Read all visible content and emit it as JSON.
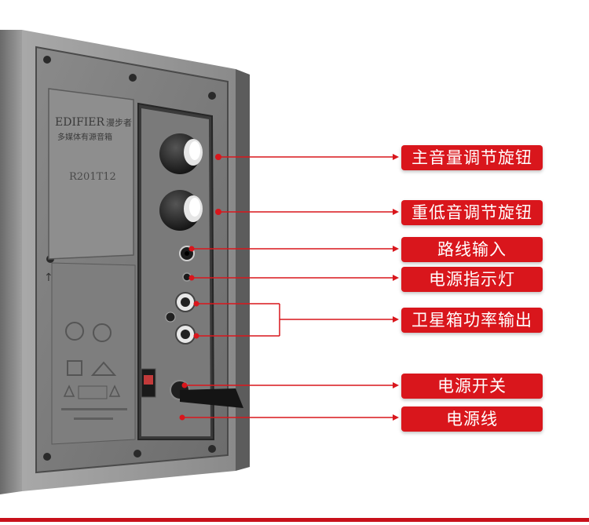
{
  "image": {
    "subject": "speaker-rear-panel"
  },
  "panel": {
    "brand": "EDIFIER",
    "brand_cn": "漫步者",
    "subtitle": "多媒体有源音箱",
    "model": "R201T12"
  },
  "callouts": [
    {
      "text": "主音量调节旋钮"
    },
    {
      "text": "重低音调节旋钮"
    },
    {
      "text": "路线输入"
    },
    {
      "text": "电源指示灯"
    },
    {
      "text": "卫星箱功率输出"
    },
    {
      "text": "电源开关"
    },
    {
      "text": "电源线"
    }
  ],
  "colors": {
    "callout_bg": "#d9161c",
    "callout_text": "#ffffff",
    "leader_line": "#d9161c",
    "cabinet": "#8c8c8c",
    "panel": "#6e6e6e"
  }
}
